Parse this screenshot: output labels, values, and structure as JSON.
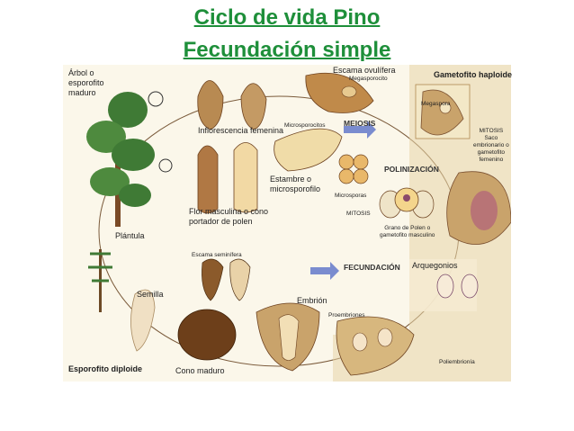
{
  "title": {
    "line1": "Ciclo de vida Pino",
    "line2": "Fecundación simple"
  },
  "colors": {
    "title": "#1e8f3a",
    "background": "#fbf7ea",
    "tan": "#c9a36b",
    "brown": "#8b5a2b",
    "tree_green": "#3f7a35",
    "arrow_blue": "#7a8ccf"
  },
  "labels": {
    "arbol": "Árbol o\nesporofito\nmaduro",
    "inflorescencia": "Inflorescencia femenina",
    "escama_ovulifera": "Escama ovulífera",
    "megasporocito": "Megasporocito",
    "gametofito_haploide": "Gametofito haploide",
    "megaspora": "Megaspora",
    "microsporocitos": "Microsporocitos",
    "meiosis": "MEIOSIS",
    "mitosis_saco": "MITOSIS\nSaco\nembrionario o\ngametofito\nfemenino",
    "estambre": "Estambre o\nmicrosporofilo",
    "polinizacion": "POLINIZACIÓN",
    "microsporas": "Microsporas",
    "mitosis_micro": "MITOSIS",
    "flor_masculina": "Flor masculina o cono\nportador de polen",
    "grano_polen": "Grano de Polen o\ngametofito masculino",
    "plantula": "Plántula",
    "escama_seminifera": "Escama seminífera",
    "fecundacion": "FECUNDACIÓN",
    "arquegonios": "Arquegonios",
    "semilla": "Semilla",
    "embrion": "Embrión",
    "proembriones": "Proembriones",
    "esporofito_diploide": "Esporofito diploide",
    "cono_maduro": "Cono maduro",
    "poliembrionia": "Poliembrionía"
  }
}
